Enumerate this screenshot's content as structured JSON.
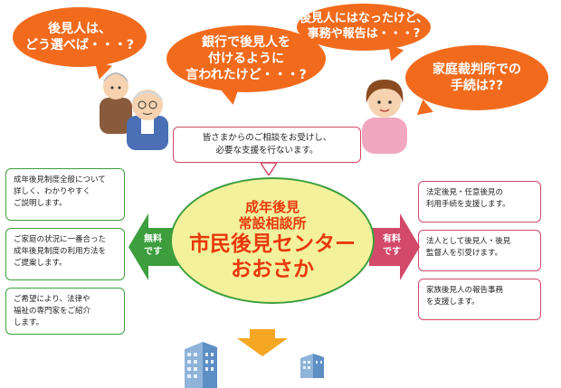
{
  "bubbles": [
    {
      "text": "後見人は、\nどう選べば・・・?"
    },
    {
      "text": "銀行で後見人を\n付けるように\n言われたけど・・・?"
    },
    {
      "text": "後見人にはなったけど、\n事務や報告は・・・?"
    },
    {
      "text": "家庭裁判所での\n手続は??"
    }
  ],
  "consultation": {
    "text": "皆さまからのご相談をお受けし、\n必要な支援を行ないます。"
  },
  "center": {
    "line1": "成年後見",
    "line2": "常設相談所",
    "line3": "市民後見センター",
    "line4": "おおさか"
  },
  "free": {
    "label": "無料\nです",
    "items": [
      {
        "text": "成年後見制度全般について\n詳しく、わかりやすく\nご説明します。"
      },
      {
        "text": "ご家庭の状況に一番合った\n成年後見制度の利用方法を\nご提案します。"
      },
      {
        "text": "ご希望により、法律や\n福祉の専門家をご紹介\nします。"
      }
    ]
  },
  "paid": {
    "label": "有料\nです",
    "items": [
      {
        "text": "法定後見・任意後見の\n利用手続を支援します。"
      },
      {
        "text": "法人として後見人・後見\n監督人を引受けます。"
      },
      {
        "text": "家族後見人の報告事務\nを支援します。"
      }
    ]
  },
  "colors": {
    "bubble": "#f26b1d",
    "free": "#3c9e3c",
    "paid": "#d2496a",
    "center_fill": "#f4f19c",
    "center_text": "#e8380d",
    "down_arrow": "#f5a623"
  }
}
